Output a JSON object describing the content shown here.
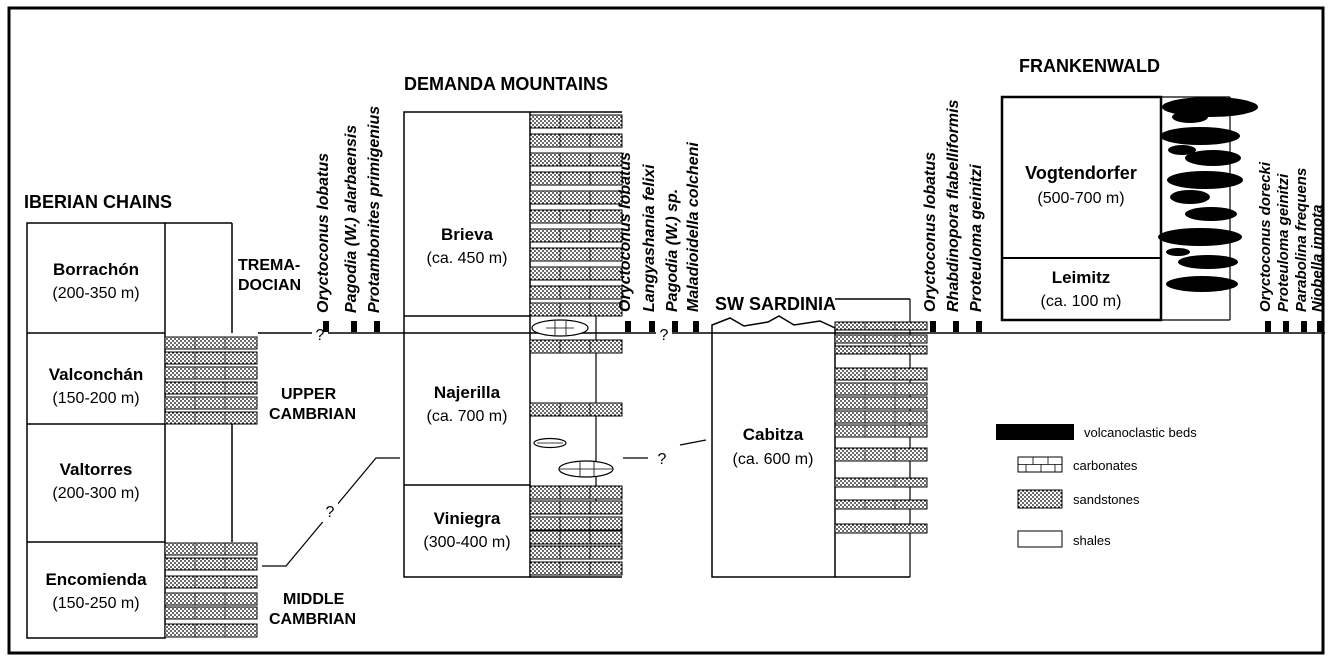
{
  "regions": {
    "iberian": "IBERIAN CHAINS",
    "demanda": "DEMANDA MOUNTAINS",
    "sardinia": "SW SARDINIA",
    "frankenwald": "FRANKENWALD"
  },
  "periods": {
    "tremadocian_1": "TREMA-",
    "tremadocian_2": "DOCIAN",
    "upper_1": "UPPER",
    "upper_2": "CAMBRIAN",
    "middle_1": "MIDDLE",
    "middle_2": "CAMBRIAN"
  },
  "iberian_units": [
    {
      "name": "Borrachón",
      "thickness": "(200-350 m)"
    },
    {
      "name": "Valconchán",
      "thickness": "(150-200 m)"
    },
    {
      "name": "Valtorres",
      "thickness": "(200-300 m)"
    },
    {
      "name": "Encomienda",
      "thickness": "(150-250 m)"
    }
  ],
  "demanda_units": [
    {
      "name": "Brieva",
      "thickness": "(ca. 450 m)"
    },
    {
      "name": "Najerilla",
      "thickness": "(ca. 700 m)"
    },
    {
      "name": "Viniegra",
      "thickness": "(300-400 m)"
    }
  ],
  "sardinia_units": [
    {
      "name": "Cabitza",
      "thickness": "(ca. 600 m)"
    }
  ],
  "frankenwald_units": [
    {
      "name": "Vogtendorfer",
      "thickness": "(500-700 m)"
    },
    {
      "name": "Leimitz",
      "thickness": "(ca. 100 m)"
    }
  ],
  "fossils": {
    "iberian": [
      "Oryctoconus lobatus",
      "Pagodia (W.) alarbaensis",
      "Protambonites primigenius"
    ],
    "demanda": [
      "Oryctoconus lobatus",
      "Langyashania felixi",
      "Pagodia (W.) sp.",
      "Maladioidella colcheni"
    ],
    "sardinia": [
      "Oryctoconus lobatus",
      "Rhabdinopora flabelliformis",
      "Proteuloma geinitzi"
    ],
    "frankenwald": [
      "Oryctoconus dorecki",
      "Proteuloma geinitzi",
      "Parabolina frequens",
      "Niobella innota"
    ]
  },
  "question_mark": "?",
  "legend": [
    {
      "label": "volcanoclastic beds",
      "pattern": "volcanic"
    },
    {
      "label": "carbonates",
      "pattern": "carbonate"
    },
    {
      "label": "sandstones",
      "pattern": "sandstone"
    },
    {
      "label": "shales",
      "pattern": "shale"
    }
  ],
  "colors": {
    "ink": "#000000",
    "paper": "#ffffff"
  }
}
